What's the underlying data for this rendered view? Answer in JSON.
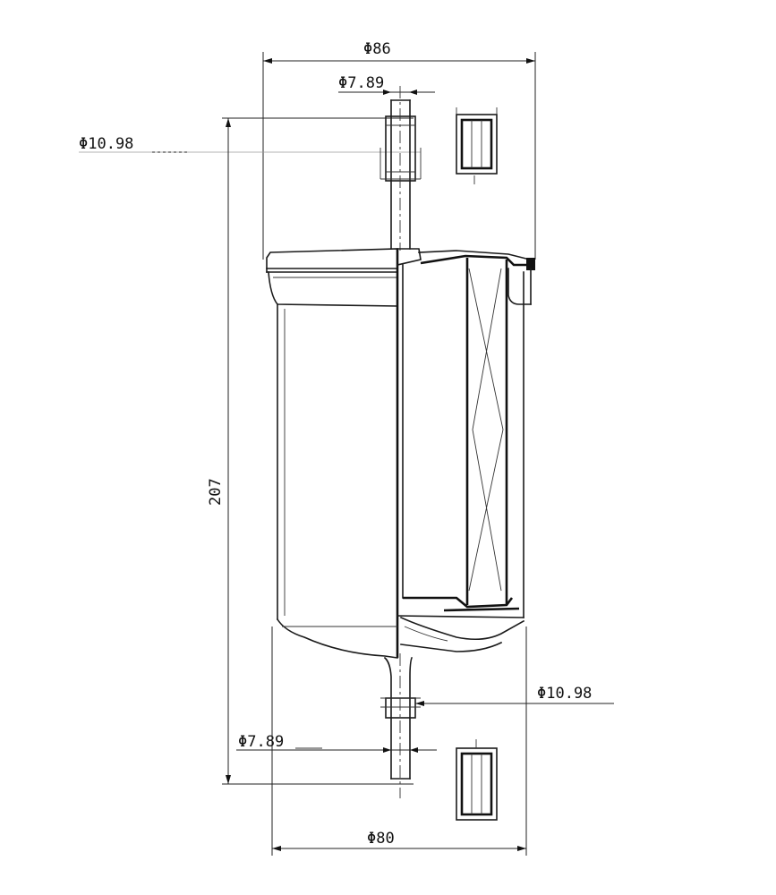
{
  "dimensions": {
    "top_width": "Φ86",
    "top_port_inner_dia": "Φ7.89",
    "top_port_outer_dia": "Φ10.98",
    "overall_length": "207",
    "bottom_port_outer_dia": "Φ10.98",
    "bottom_port_inner_dia": "Φ7.89",
    "body_dia": "Φ80"
  },
  "colors": {
    "line": "#1a1a1a",
    "background": "#ffffff"
  }
}
